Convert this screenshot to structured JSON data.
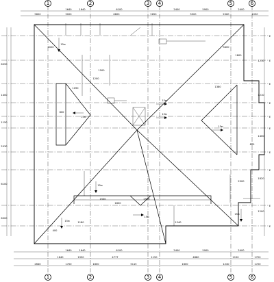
{
  "drawing": {
    "axes": [
      "1",
      "2",
      "3",
      "4",
      "5",
      "6"
    ],
    "top_label_1": "",
    "top_label_2": "",
    "grid_marks": [
      "E",
      "E",
      "E",
      "E",
      "E",
      "E",
      "E",
      "E",
      "E",
      "E"
    ],
    "top_dims_row1": [
      "1640",
      "1640",
      "6100",
      "2400",
      "5900",
      "2400"
    ],
    "top_dims_row2": [
      "5800",
      "3000",
      "6800",
      "2650",
      "3900",
      "2060",
      "1030"
    ],
    "bottom_dims_row1": [
      "1640",
      "1640",
      "6100",
      "2400",
      "5900",
      "2400"
    ],
    "bottom_dims_row2": [
      "1640",
      "1990",
      "4777",
      "1150",
      "4880",
      "1150",
      "1720"
    ],
    "bottom_dims_row3": [
      "2640",
      "1700",
      "1800",
      "5115",
      "1600",
      "1240",
      "1720"
    ],
    "left_dims": [
      "6090",
      "1400",
      "1150",
      "2030",
      "6100",
      "6000"
    ],
    "right_dims": [
      "1210",
      "1210",
      "1400",
      "1820",
      "1200"
    ],
    "inner_dims": [
      "1020",
      "1200",
      "1090",
      "800",
      "1500",
      "1380",
      "3400",
      "1800",
      "2500",
      "800",
      "1500",
      "1240",
      "1800",
      "2500",
      "1180",
      "400"
    ],
    "slope_labels": [
      "15м",
      "15м",
      "15м",
      "15м",
      "15м",
      "15м",
      "15м",
      "15м",
      "15м"
    ],
    "leader_labels": [
      "",
      "",
      "",
      "",
      "",
      "",
      "",
      "",
      "",
      ""
    ],
    "corner_left": ""
  }
}
